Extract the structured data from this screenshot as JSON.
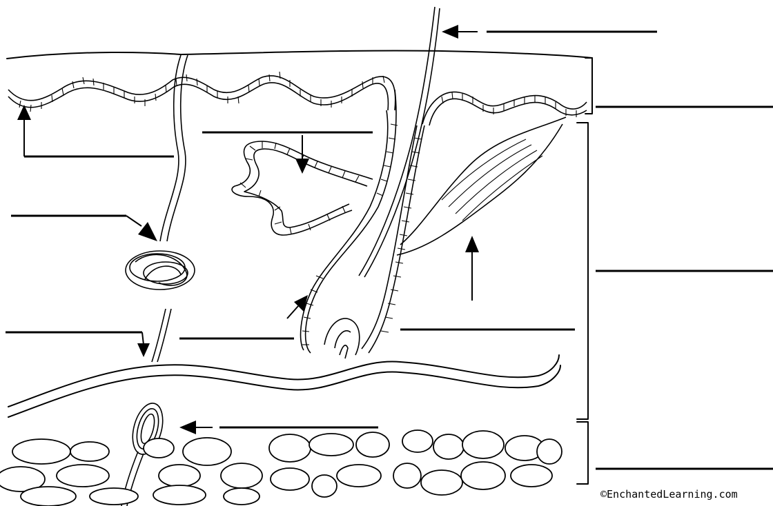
{
  "credit": "©EnchantedLearning.com",
  "diagram": {
    "blank_label_lines": [
      "label-blank-hair-shaft",
      "label-blank-epidermis",
      "label-blank-dermis",
      "label-blank-subcutaneous",
      "label-blank-pore",
      "label-blank-sebaceous-gland",
      "label-blank-sweat-gland",
      "label-blank-nerve",
      "label-blank-follicle",
      "label-blank-hair-root",
      "label-blank-arrector-muscle",
      "label-blank-pacinian-corpuscle"
    ],
    "arrow_glyphs": [
      "arrowhead-left",
      "arrowhead-up",
      "arrowhead-down",
      "arrowhead-down-right"
    ]
  }
}
